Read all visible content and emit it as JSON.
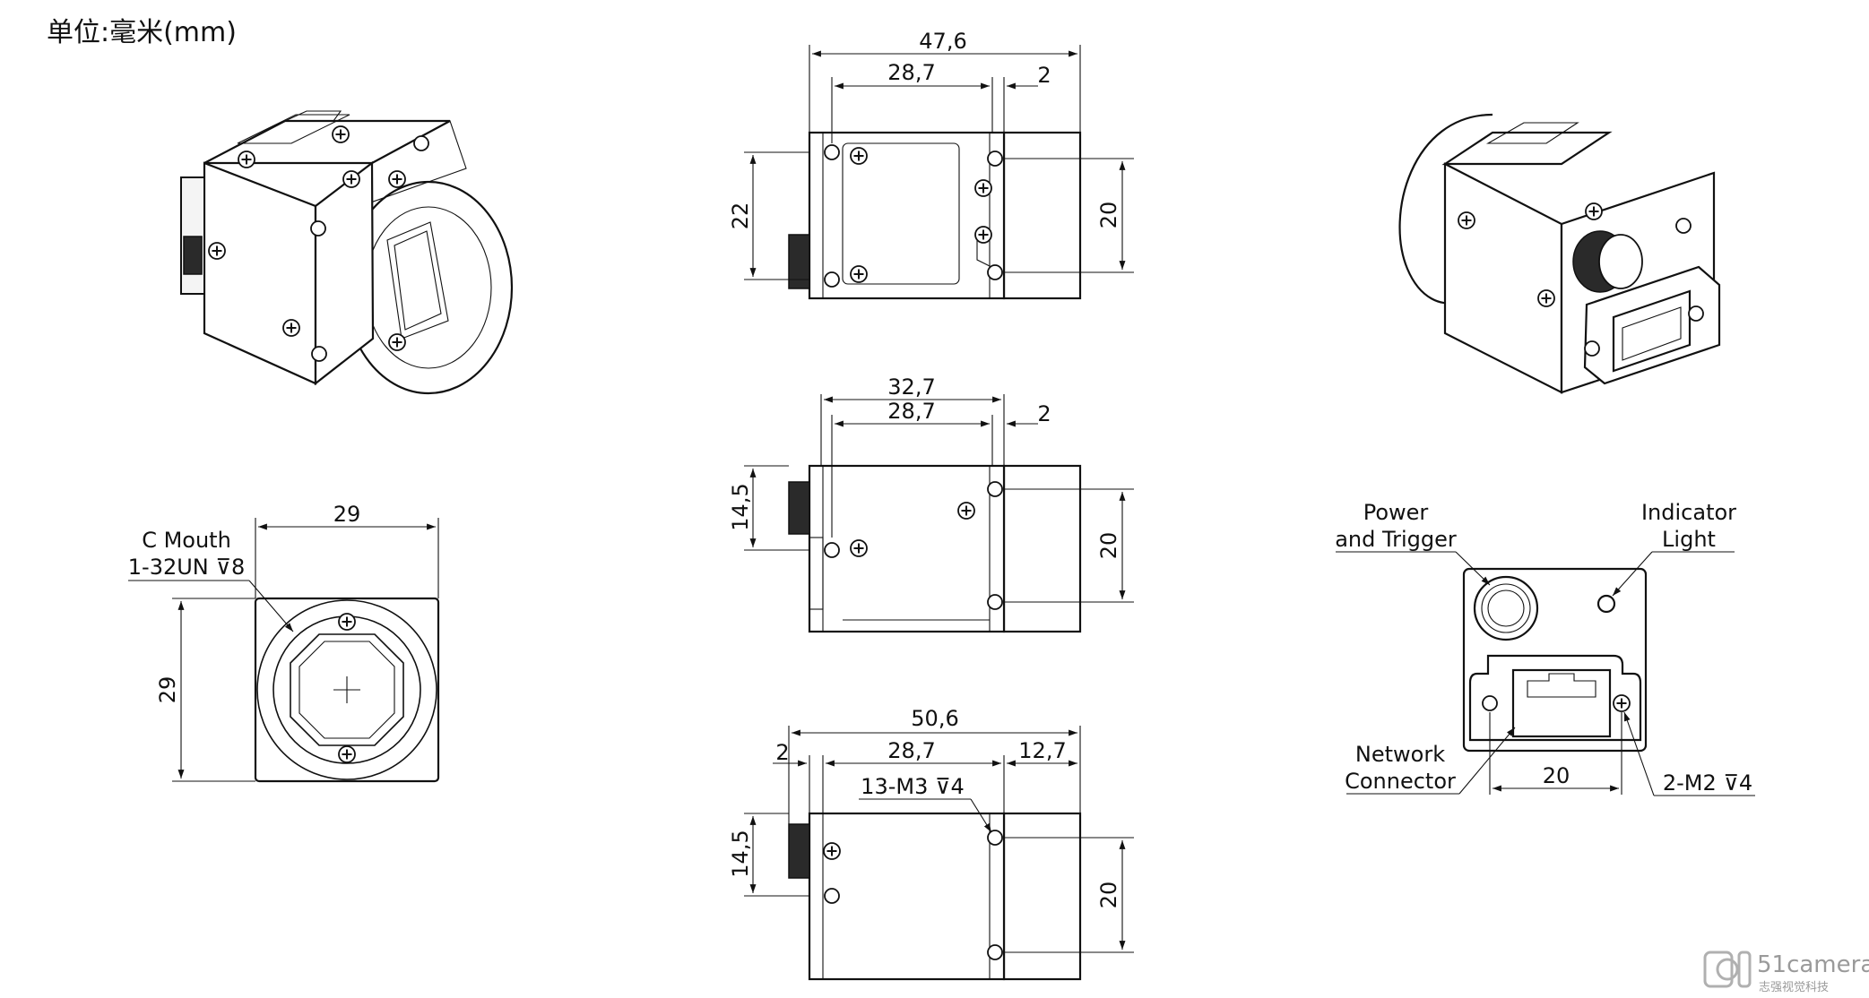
{
  "unit_label": "单位:毫米(mm)",
  "watermark": {
    "brand": "51camera",
    "tagline": "志强视觉科技"
  },
  "views": {
    "front": {
      "width_dim": "29",
      "height_dim": "29",
      "mount_label_line1": "C Mouth",
      "mount_label_line2": "1-32UN ⊽8"
    },
    "top": {
      "overall_dim": "47,6",
      "body_dim": "28,7",
      "offset_dim": "2",
      "left_height_dim": "22",
      "right_height_dim": "20"
    },
    "side": {
      "overall_dim": "32,7",
      "body_dim": "28,7",
      "offset_dim": "2",
      "left_height_dim": "14,5",
      "right_height_dim": "20"
    },
    "bottom": {
      "overall_dim": "50,6",
      "left_offset_dim": "2",
      "body_dim": "28,7",
      "right_offset_dim": "12,7",
      "hole_label": "13-M3 ⊽4",
      "left_height_dim": "14,5",
      "right_height_dim": "20"
    },
    "rear": {
      "power_label_line1": "Power",
      "power_label_line2": "and Trigger",
      "indicator_label_line1": "Indicator",
      "indicator_label_line2": "Light",
      "network_label_line1": "Network",
      "network_label_line2": "Connector",
      "hole_spacing_dim": "20",
      "hole_label": "2-M2 ⊽4"
    }
  }
}
